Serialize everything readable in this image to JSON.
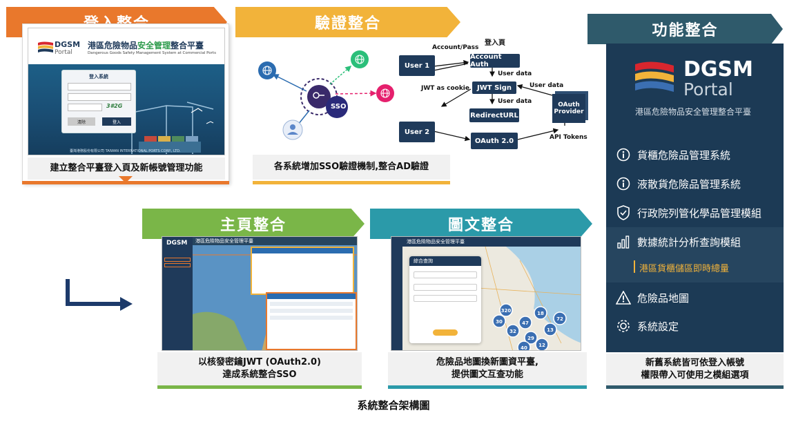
{
  "panels": {
    "login": {
      "banner": "登入整合",
      "color": "#e9782c",
      "caption": "建立整合平臺登入頁及新帳號管理功能"
    },
    "sso": {
      "banner": "驗證整合",
      "color": "#f2b33a",
      "caption": "各系統增加SSO驗證機制,整合AD驗證"
    },
    "home": {
      "banner": "主頁整合",
      "color": "#7ab648",
      "caption_line1": "以核發密鑰JWT (OAuth2.0)",
      "caption_line2": "達成系統整合SSO"
    },
    "map": {
      "banner": "圖文整合",
      "color": "#2b9aa9",
      "caption_line1": "危險品地圖換新圖資平臺,",
      "caption_line2": "提供圖文互查功能"
    },
    "function": {
      "banner": "功能整合",
      "color": "#2f5a6b",
      "caption_line1": "新舊系統皆可依登入帳號",
      "caption_line2": "權限帶入可使用之模組選項"
    }
  },
  "login_mock": {
    "logo": "DGSM",
    "logo_sub": "Portal",
    "title_pre": "港區危險物品",
    "title_hl": "安全管理",
    "title_post": "整合平臺",
    "subtitle": "Dangerous Goods Safety Management System at Commercial Ports",
    "box_title": "登入系統",
    "captcha": "3#2G",
    "btn_clear": "清除",
    "btn_login": "登入",
    "footer": "臺灣港務股份有限公司  TAIWAN INTERNATIONAL PORTS CORP., LTD."
  },
  "sso_diagram": {
    "sso_label": "SSO",
    "login_page": "登入頁",
    "account_pass": "Account/Pass",
    "user1": "User 1",
    "user2": "User 2",
    "account_auth": "Account Auth",
    "jwt_sign": "JWT Sign",
    "redirect": "RedirectURL",
    "oauth2": "OAuth 2.0",
    "oauth_provider_1": "OAuth",
    "oauth_provider_2": "Provider",
    "user_data_1": "User data",
    "user_data_2": "User data",
    "user_data_3": "User data",
    "jwt_cookie": "JWT as cookie",
    "api_tokens": "API Tokens"
  },
  "home_mock": {
    "logo": "DGSM",
    "title": "港區危險物品安全管理平臺"
  },
  "map_mock": {
    "title": "港區危險物品安全管理平臺",
    "panel_title": "綜合查詢",
    "cluster_labels": [
      "320",
      "47",
      "18",
      "32",
      "29",
      "13",
      "40",
      "12",
      "30",
      "72"
    ]
  },
  "dgsm_panel": {
    "logo_main": "DGSM",
    "logo_sub": "Portal",
    "tagline": "港區危險物品安全管理整合平臺",
    "menu": [
      {
        "icon": "info-icon",
        "label": "貨櫃危險品管理系統"
      },
      {
        "icon": "info-icon",
        "label": "液散貨危險品管理系統"
      },
      {
        "icon": "shield-check-icon",
        "label": "行政院列管化學品管理模組"
      },
      {
        "icon": "bar-chart-icon",
        "label": "數據統計分析查詢模組"
      },
      {
        "icon": "warning-icon",
        "label": "危險品地圖"
      },
      {
        "icon": "gear-icon",
        "label": "系統設定"
      }
    ],
    "submenu": "港區貨櫃儲區即時總量"
  },
  "figure_caption": "系統整合架構圖"
}
